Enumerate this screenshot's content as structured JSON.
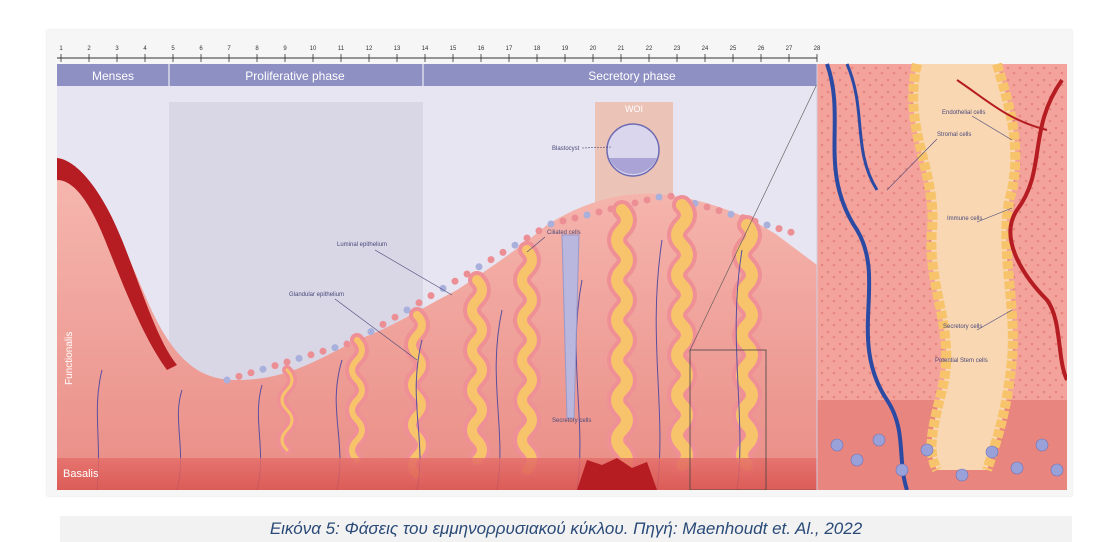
{
  "timeline": {
    "days": [
      "1",
      "2",
      "3",
      "4",
      "5",
      "6",
      "7",
      "8",
      "9",
      "10",
      "11",
      "12",
      "13",
      "14",
      "15",
      "16",
      "17",
      "18",
      "19",
      "20",
      "21",
      "22",
      "23",
      "24",
      "25",
      "26",
      "27",
      "28"
    ]
  },
  "phases": {
    "menses": "Menses",
    "proliferative": "Proliferative phase",
    "secretory": "Secretory phase"
  },
  "labels": {
    "woi": "WOI",
    "blastocyst": "Blastocyst",
    "luminal_epithelium": "Luminal epithelium",
    "glandular_epithelium": "Glandular epithelium",
    "ciliated_cells": "Ciliated cells",
    "secretory_cells_lower": "Secretory cells",
    "functionalis": "Functionalis",
    "basalis": "Basalis"
  },
  "inset": {
    "endothelial_cells": "Endothelial cells",
    "stromal_cells": "Stromal cells",
    "immune_cells": "Immune cells",
    "secretory_cells": "Secretory cells",
    "potential_stem_cells": "Potential Stem cells"
  },
  "caption": "Εικόνα 5: Φάσεις του εμμηνορρυσιακού κύκλου. Πηγή: Maenhoudt et. Al., 2022",
  "colors": {
    "phase_bar": "#8e8fc2",
    "background": "#e7e5f1",
    "tissue": "#f2aaa3",
    "tissue_dark": "#b51d22",
    "gland": "#f7c46c",
    "vessel_blue": "#2b4aa3",
    "caption_text": "#2a4a78"
  }
}
